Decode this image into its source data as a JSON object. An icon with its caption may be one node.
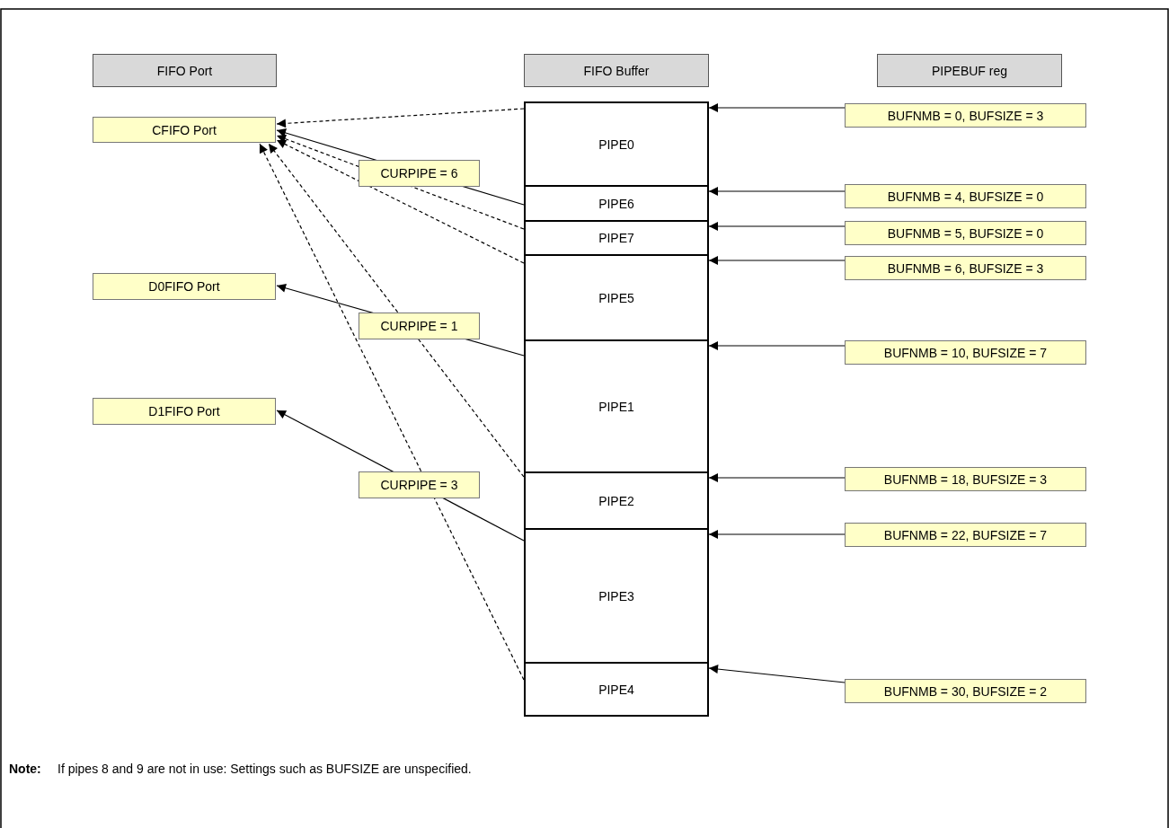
{
  "diagram": {
    "nodes": [
      {
        "text": [
          "FIFO Port"
        ]
      },
      {
        "text": [
          "FIFO Buffer"
        ]
      },
      {
        "text": [
          "PIPEBUF reg"
        ]
      },
      {
        "text": [
          "CFIFO Port"
        ]
      },
      {
        "text": [
          "D0FIFO Port"
        ]
      },
      {
        "text": [
          "D1FIFO Port"
        ]
      },
      {
        "text": [
          "PIPE0"
        ]
      },
      {
        "text": [
          "PIPE6"
        ]
      },
      {
        "text": [
          "PIPE7"
        ]
      },
      {
        "text": [
          "PIPE5"
        ]
      },
      {
        "text": [
          "PIPE1"
        ]
      },
      {
        "text": [
          "PIPE2"
        ]
      },
      {
        "text": [
          "PIPE3"
        ]
      },
      {
        "text": [
          "PIPE4"
        ]
      },
      {
        "text": [
          "BUFNMB = 0, BUFSIZE = 3"
        ]
      },
      {
        "text": [
          "BUFNMB = 4, BUFSIZE = 0"
        ]
      },
      {
        "text": [
          "BUFNMB = 5, BUFSIZE = 0"
        ]
      },
      {
        "text": [
          "BUFNMB = 6, BUFSIZE = 3"
        ]
      },
      {
        "text": [
          "BUFNMB = 10, BUFSIZE = 7"
        ]
      },
      {
        "text": [
          "BUFNMB = 18, BUFSIZE = 3"
        ]
      },
      {
        "text": [
          "BUFNMB = 22, BUFSIZE = 7"
        ]
      },
      {
        "text": [
          "BUFNMB = 30, BUFSIZE = 2"
        ]
      }
    ],
    "edges": [
      {
        "from": 14,
        "to": 6,
        "arrow": "to"
      },
      {
        "from": 15,
        "to": 7,
        "arrow": "to"
      },
      {
        "from": 16,
        "to": 8,
        "arrow": "to"
      },
      {
        "from": 17,
        "to": 9,
        "arrow": "to"
      },
      {
        "from": 18,
        "to": 10,
        "arrow": "to"
      },
      {
        "from": 19,
        "to": 11,
        "arrow": "to"
      },
      {
        "from": 20,
        "to": 12,
        "arrow": "to"
      },
      {
        "from": 21,
        "to": 13,
        "arrow": "to"
      },
      {
        "from": 6,
        "to": 3,
        "arrow": "to",
        "style": "dashed"
      },
      {
        "from": 7,
        "to": 3,
        "arrow": "to",
        "label": "CURPIPE = 6"
      },
      {
        "from": 8,
        "to": 3,
        "arrow": "to",
        "style": "dashed"
      },
      {
        "from": 9,
        "to": 3,
        "arrow": "to",
        "style": "dashed"
      },
      {
        "from": 11,
        "to": 3,
        "arrow": "to",
        "style": "dashed"
      },
      {
        "from": 13,
        "to": 3,
        "arrow": "to",
        "style": "dashed"
      },
      {
        "from": 10,
        "to": 4,
        "arrow": "to",
        "label": "CURPIPE = 1"
      },
      {
        "from": 12,
        "to": 5,
        "arrow": "to",
        "label": "CURPIPE = 3"
      }
    ],
    "labels": [
      "Note:",
      "If pipes 8 and 9 are not in use: Settings such as BUFSIZE are unspecified."
    ]
  }
}
